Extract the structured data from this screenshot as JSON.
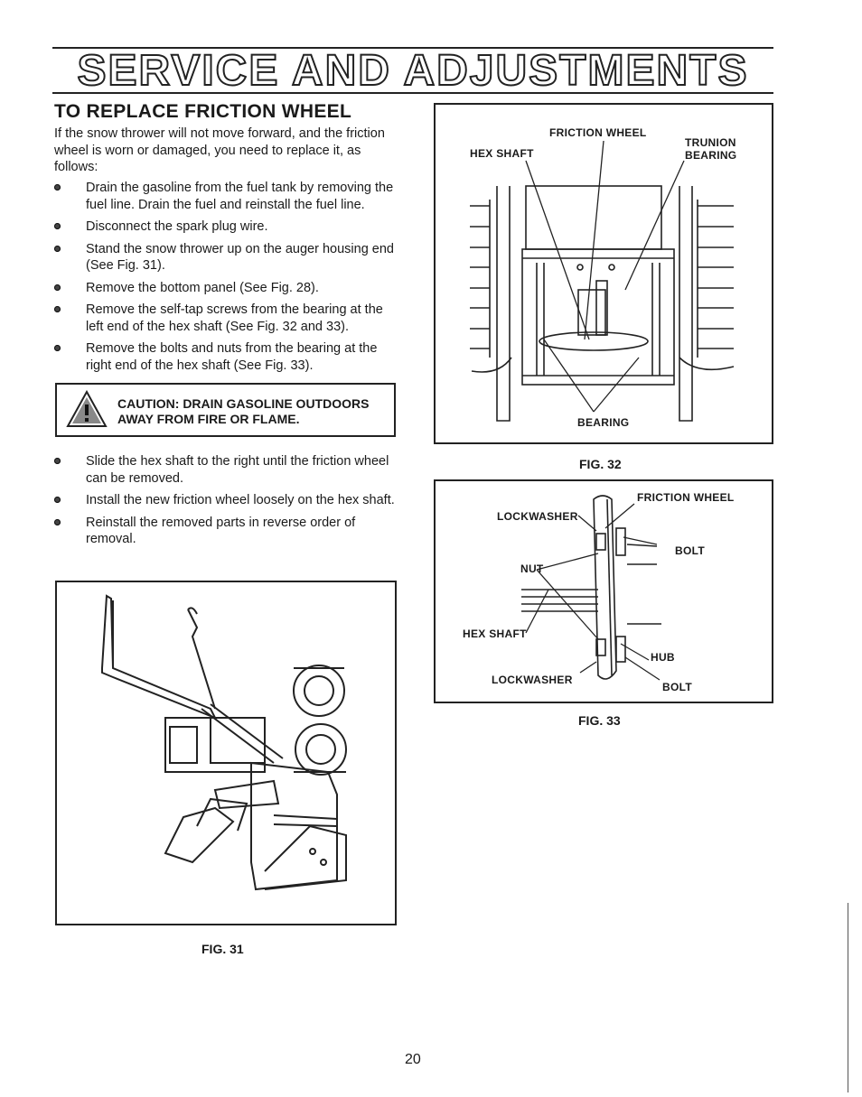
{
  "page": {
    "title": "SERVICE AND ADJUSTMENTS",
    "section_heading": "TO REPLACE FRICTION WHEEL",
    "intro": "If the snow thrower will not move forward, and the friction wheel is worn or damaged, you need to replace it, as follows:",
    "steps_before_caution": [
      "Drain the gasoline from the fuel tank by removing the fuel line. Drain the fuel and reinstall the fuel line.",
      "Disconnect the spark plug wire.",
      "Stand the snow thrower up on the auger housing end (See Fig. 31).",
      "Remove the bottom panel (See Fig. 28).",
      "Remove the self-tap screws from the bearing at the left end of the hex shaft (See Fig. 32 and 33).",
      "Remove the bolts and nuts from the bearing at the right end of the hex shaft (See Fig. 33)."
    ],
    "caution": {
      "line1": "CAUTION: DRAIN GASOLINE OUTDOORS",
      "line2": "AWAY FROM FIRE OR FLAME."
    },
    "steps_after_caution": [
      "Slide the hex shaft to the right until the friction wheel can be removed.",
      "Install the new friction wheel loosely on the hex shaft.",
      "Reinstall the removed parts in reverse order of removal."
    ],
    "page_number": "20"
  },
  "figures": {
    "fig31": {
      "caption": "FIG. 31"
    },
    "fig32": {
      "caption": "FIG. 32",
      "labels": {
        "friction_wheel": "FRICTION WHEEL",
        "hex_shaft": "HEX SHAFT",
        "trunion": "TRUNION",
        "bearing_top": "BEARING",
        "bearing_bottom": "BEARING"
      }
    },
    "fig33": {
      "caption": "FIG. 33",
      "labels": {
        "friction_wheel": "FRICTION WHEEL",
        "lockwasher_top": "LOCKWASHER",
        "bolt_top": "BOLT",
        "nut": "NUT",
        "hex_shaft": "HEX SHAFT",
        "hub": "HUB",
        "lockwasher_bottom": "LOCKWASHER",
        "bolt_bottom": "BOLT"
      }
    }
  }
}
